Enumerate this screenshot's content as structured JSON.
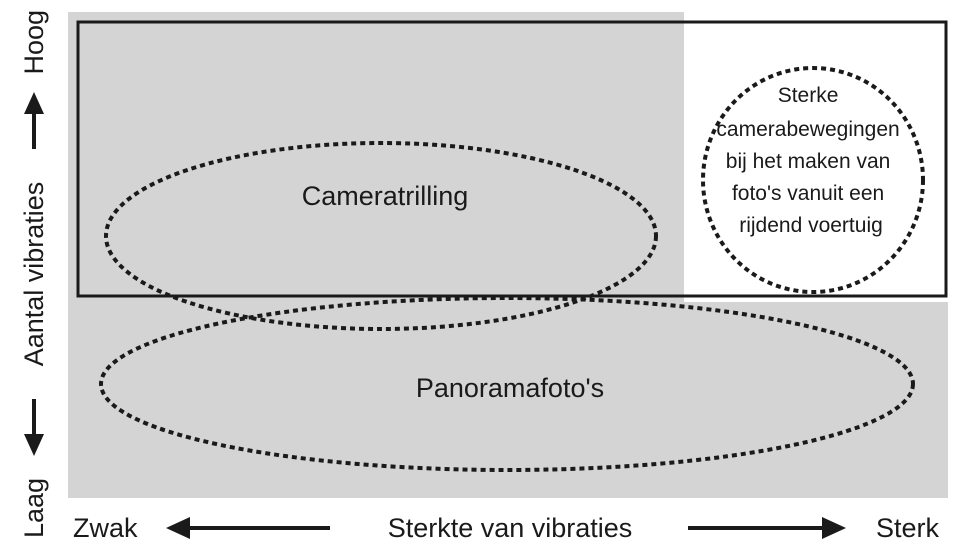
{
  "y_axis": {
    "label": "Aantal vibraties",
    "low": "Laag",
    "high": "Hoog"
  },
  "x_axis": {
    "label": "Sterkte van vibraties",
    "low": "Zwak",
    "high": "Sterk"
  },
  "regions": {
    "camera_shake": "Cameratrilling",
    "panorama": "Panoramafoto's",
    "strong_motion": [
      "Sterke",
      "camerabewegingen",
      "bij het maken van",
      "foto's vanuit een",
      "rijdend voertuig"
    ]
  },
  "colors": {
    "shaded_area": "#d4d4d4",
    "frame": "#1a1a1a",
    "dotted_line": "#1a1a1a",
    "text": "#1a1a1a"
  }
}
